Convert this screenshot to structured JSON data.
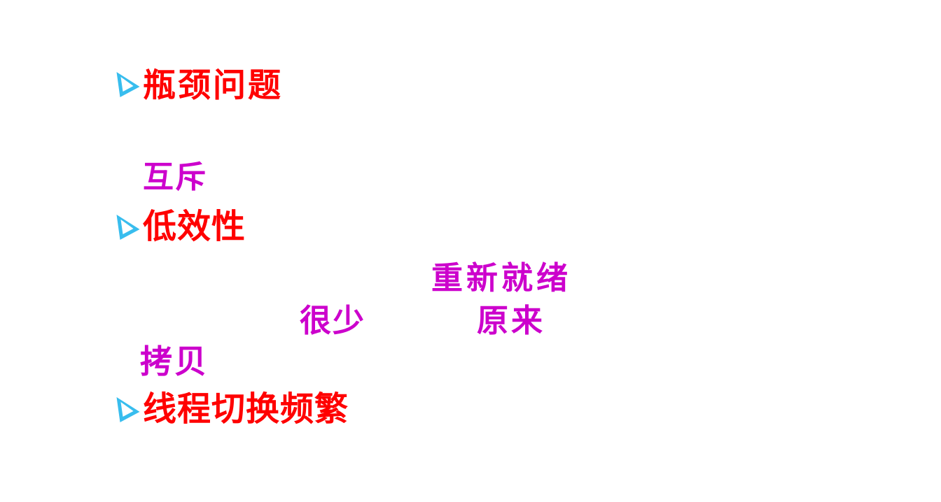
{
  "slide": {
    "background_color": "#ffffff",
    "colors": {
      "heading_red": "#ff0000",
      "annotation_magenta": "#cc00cc",
      "bullet_arrow_cyan": "#38bdee"
    },
    "bullet_items": [
      {
        "icon": "arrowhead-right-bullet-icon",
        "label": "瓶颈问题"
      },
      {
        "icon": "arrowhead-right-bullet-icon",
        "label": "低效性"
      },
      {
        "icon": "arrowhead-right-bullet-icon",
        "label": "线程切换频繁"
      }
    ],
    "floating_labels": [
      {
        "text": "互斥"
      },
      {
        "text": "重新就绪"
      },
      {
        "text": "很少"
      },
      {
        "text": "原来"
      },
      {
        "text": "拷贝"
      }
    ]
  }
}
